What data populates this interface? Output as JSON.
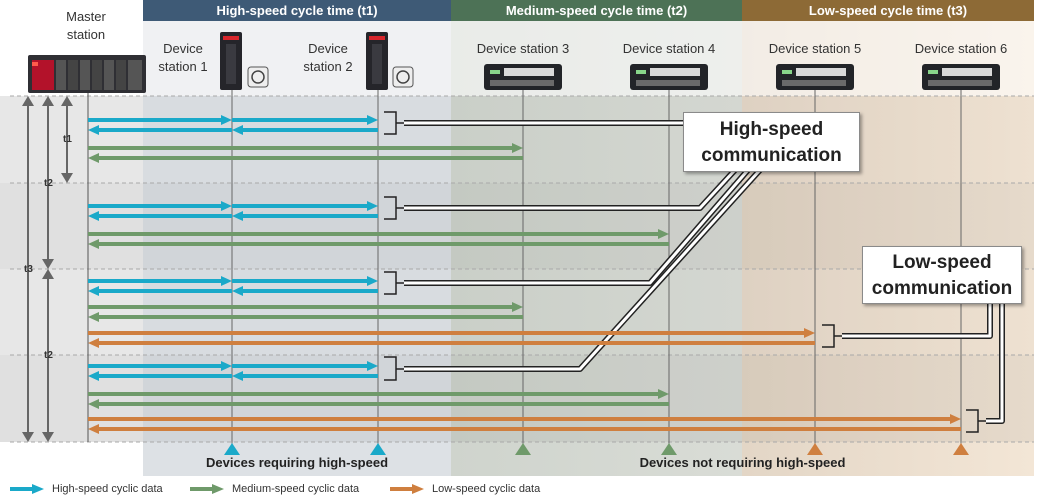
{
  "header": {
    "master_station": "Master\nstation",
    "zones": [
      {
        "label": "High-speed cycle time (t1)",
        "color": "#3e5a76"
      },
      {
        "label": "Medium-speed cycle time (t2)",
        "color": "#4d7256"
      },
      {
        "label": "Low-speed cycle time (t3)",
        "color": "#8d6a36"
      }
    ]
  },
  "devices": [
    {
      "label": "Device\nstation 1",
      "kind": "high-speed-device"
    },
    {
      "label": "Device\nstation 2",
      "kind": "high-speed-device"
    },
    {
      "label": "Device station 3",
      "kind": "io-module"
    },
    {
      "label": "Device station 4",
      "kind": "io-module"
    },
    {
      "label": "Device station 5",
      "kind": "io-module"
    },
    {
      "label": "Device station 6",
      "kind": "io-module"
    }
  ],
  "periods": {
    "t1": "t1",
    "t2": "t2",
    "t3": "t3"
  },
  "callouts": {
    "high": "High-speed\ncommunication",
    "low": "Low-speed\ncommunication"
  },
  "footer": {
    "requiring": "Devices requiring high-speed",
    "not_requiring": "Devices not requiring high-speed"
  },
  "legend": [
    {
      "label": "High-speed cyclic data",
      "color": "#1aa9c9"
    },
    {
      "label": "Medium-speed cyclic data",
      "color": "#6f9a6a"
    },
    {
      "label": "Low-speed cyclic data",
      "color": "#cf7f3f"
    }
  ],
  "colors": {
    "high": "#1aa9c9",
    "medium": "#6f9a6a",
    "low": "#cf7f3f"
  }
}
